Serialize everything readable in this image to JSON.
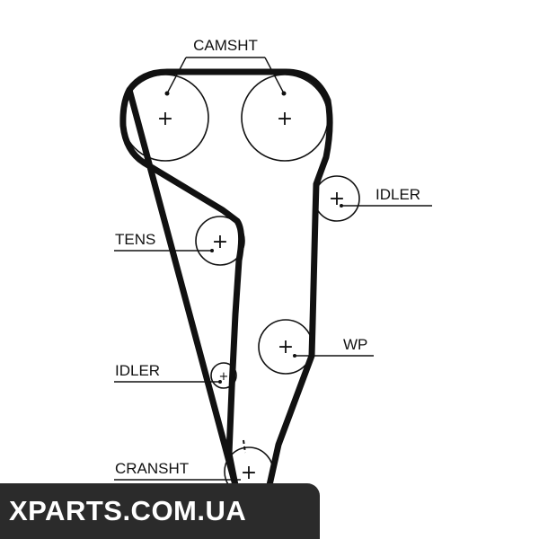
{
  "labels": {
    "camshaft": "CAMSHT",
    "idler_right": "IDLER",
    "tensioner": "TENS",
    "water_pump": "WP",
    "idler_left": "IDLER",
    "crankshaft": "CRANSHT"
  },
  "watermark": "XPARTS.COM.UA",
  "colors": {
    "belt": "#111111",
    "line": "#111111",
    "watermark_bg": "#2b2b2b"
  }
}
